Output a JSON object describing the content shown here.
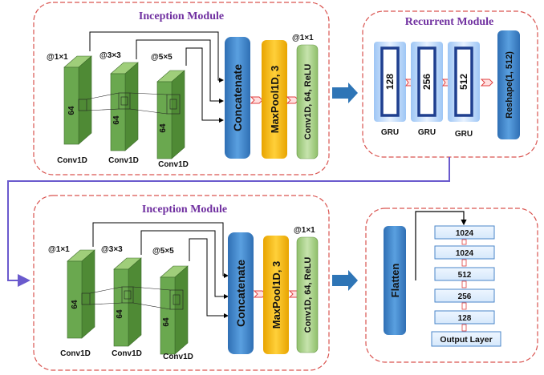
{
  "inception_top": {
    "title": "Inception Module",
    "kernels": [
      "@1×1",
      "@3×3",
      "@5×5"
    ],
    "filters": [
      "64",
      "64",
      "64"
    ],
    "conv_labels": [
      "Conv1D",
      "Conv1D",
      "Conv1D"
    ],
    "concat": "Concatenate",
    "pool": "MaxPool1D, 3",
    "conv_final": "Conv1D, 64, ReLU",
    "conv_final_kernel": "@1×1"
  },
  "recurrent": {
    "title": "Recurrent Module",
    "units": [
      "128",
      "256",
      "512"
    ],
    "gru_labels": [
      "GRU",
      "GRU",
      "GRU"
    ],
    "reshape": "Reshape(1, 512)"
  },
  "inception_bottom": {
    "title": "Inception Module",
    "kernels": [
      "@1×1",
      "@3×3",
      "@5×5"
    ],
    "filters": [
      "64",
      "64",
      "64"
    ],
    "conv_labels": [
      "Conv1D",
      "Conv1D",
      "Conv1D"
    ],
    "concat": "Concatenate",
    "pool": "MaxPool1D, 3",
    "conv_final": "Conv1D, 64, ReLU",
    "conv_final_kernel": "@1×1"
  },
  "dense": {
    "flatten": "Flatten",
    "layers": [
      "1024",
      "1024",
      "512",
      "256",
      "128"
    ],
    "output": "Output Layer"
  },
  "colors": {
    "module_border": "#d9534f",
    "title": "#7030a0",
    "conv_green": "#6aa84f",
    "concat_blue": "#3d85c6",
    "pool_orange": "#f6b900",
    "conv_light": "#a9d18e",
    "arrow_blue": "#2e75b6",
    "connector_purple": "#7b68ee"
  }
}
